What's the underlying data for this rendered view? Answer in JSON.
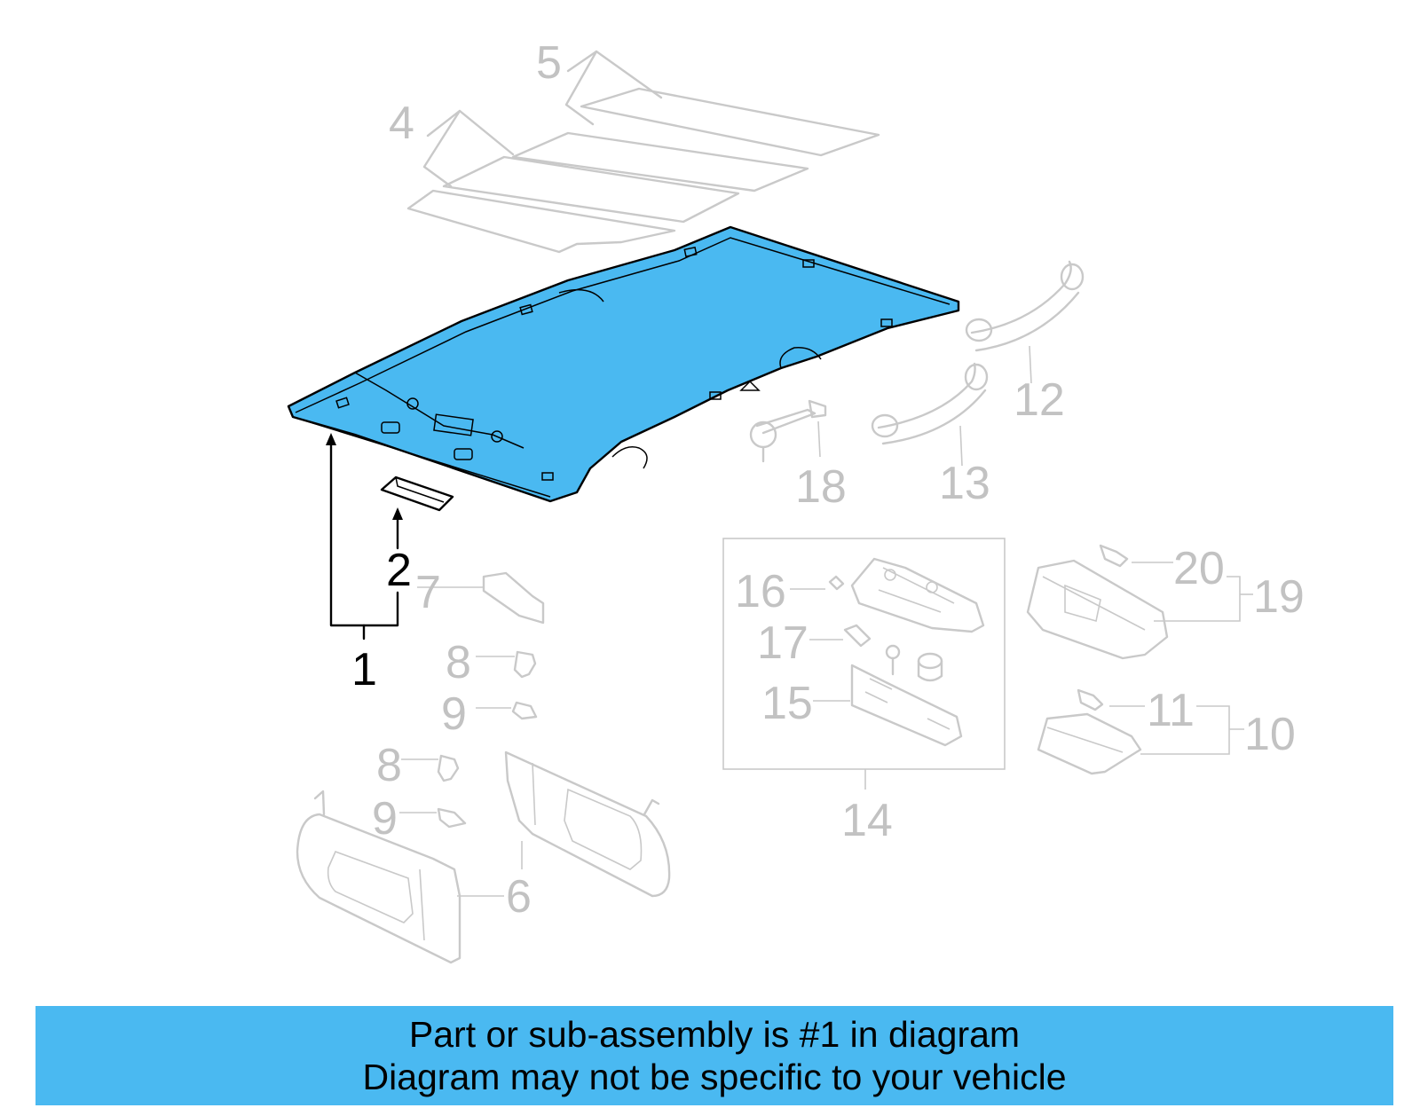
{
  "callouts": {
    "c1": "1",
    "c2": "2",
    "c4": "4",
    "c5": "5",
    "c6": "6",
    "c7": "7",
    "c8a": "8",
    "c8b": "8",
    "c9a": "9",
    "c9b": "9",
    "c10": "10",
    "c11": "11",
    "c12": "12",
    "c13": "13",
    "c14": "14",
    "c15": "15",
    "c16": "16",
    "c17": "17",
    "c18": "18",
    "c19": "19",
    "c20": "20"
  },
  "colors": {
    "highlight": "#4ab9f1",
    "muted": "#c9c9c9",
    "ink": "#000000"
  },
  "banner": {
    "line1": "Part or sub-assembly is #1 in diagram",
    "line2": "Diagram may not be specific to your vehicle"
  }
}
